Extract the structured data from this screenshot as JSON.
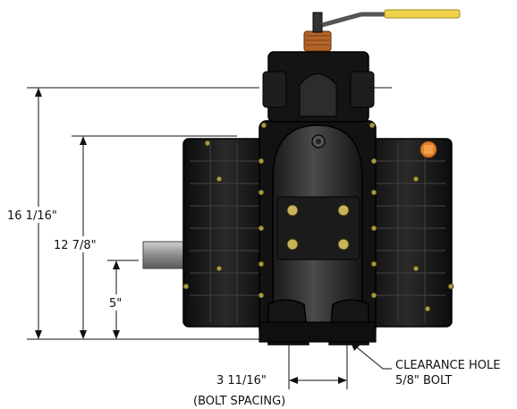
{
  "dimensions": {
    "overall_height": "16 1/16\"",
    "flange_height": "12 7/8\"",
    "shaft_height": "5\"",
    "bolt_spacing": "3 11/16\"",
    "bolt_spacing_note": "(BOLT SPACING)"
  },
  "callout": {
    "line1": "CLEARANCE HOLE",
    "line2": "5/8\" BOLT"
  },
  "colors": {
    "body": "#141414",
    "body_highlight": "#3a3a3a",
    "bolt": "#c9b45a",
    "handle": "#f0d34a",
    "orange_fitting": "#e0822a",
    "copper": "#b5652a",
    "shaft": "#a0a0a0"
  }
}
